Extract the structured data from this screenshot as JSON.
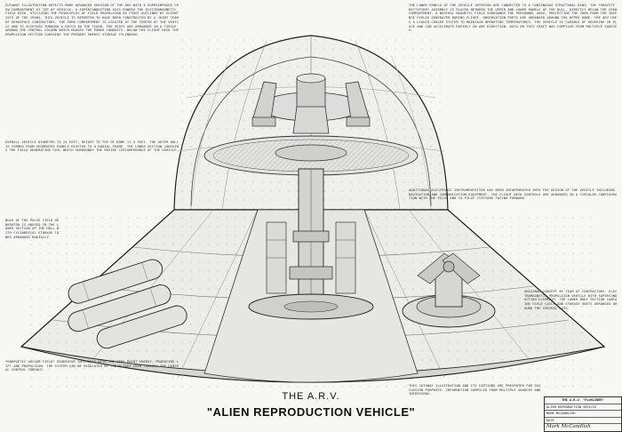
{
  "caption": {
    "title": "THE A.R.V.",
    "subtitle": "\"ALIEN REPRODUCTION VEHICLE\""
  },
  "text_blocks": {
    "top_left": "CUTAWAY ILLUSTRATION DEPICTS MORE ADVANCED VERSION OF THE ARV WITH A SUPERIMPOSED CREW COMPARTMENT AT TOP OF VEHICLE. A SUPERCONDUCTING AXIS POWERS THE ELECTROMAGNETIC FIELD DISK. UTILIZING THE PRINCIPLES OF FIELD PROPULSION AS FIRST OUTLINED BY SCIENTISTS OF THE 1950S, THIS VEHICLE IS REPORTED TO HAVE BEEN CONSTRUCTED BY A JOINT TEAM OF AEROSPACE CONTRACTORS. THE CREW COMPARTMENT IS LOCATED AT THE CENTER OF THE VEHICLE AND IS ACCESSED THROUGH A HATCH IN THE FLOOR. THE SEATS ARE ARRANGED IN A CIRCLE AROUND THE CENTRAL COLUMN WHICH HOUSES THE POWER CONDUITS. BELOW THE FLIGHT DECK THE PROPULSION SECTION CONTAINS THE PRIMARY ENERGY STORAGE CYLINDERS.",
    "left_middle": "OVERALL VEHICLE DIAMETER IS 24 FEET; HEIGHT TO TOP OF DOME 11.5 FEET. THE OUTER HULL IS FORMED FROM SEGMENTED PANELS RIVETED TO A RADIAL FRAME. THE LOWER SECTION CONTAINS THE FIELD GENERATING COIL WHICH SURROUNDS THE ENTIRE CIRCUMFERENCE OF THE VEHICLE.",
    "left_narrow": "BULK OF THE PULSE FIELD GENERATOR IS HOUSED IN THE LOWER SECTION OF THE HULL WITH CYLINDRICAL STORAGE TANKS ARRANGED RADIALLY.",
    "left_bottom": "*ENERGETIC VACUUM FIELD* GENERATOR INTERACTS WITH THE ZERO POINT ENERGY, PRODUCING LIFT AND PROPULSION. THE SYSTEM CAN BE REGULATED BY THE FLIGHT CREW THROUGH THE CENTRAL CONTROL CONSOLE.",
    "top_right": "THE LOWER PANELS OF THE VEHICLE INTERIOR ARE CONNECTED TO A CONTINUOUS STRUCTURAL RING. THE *GRAVITY RECTIFIER* ASSEMBLY IS PLACED BETWEEN THE UPPER AND LOWER PANELS OF THE HULL, DIRECTLY BELOW THE CREW COMPARTMENT. A NEUTRAL MAGNETIC FIELD SURROUNDS THE PERSONNEL AREA, PROTECTING THE CREW FROM THE INTENSE FIELDS GENERATED DURING FLIGHT. OBSERVATION PORTS ARE ARRANGED AROUND THE UPPER DOME. THE ARV USES A LIQUID-COOLED SYSTEM TO MAINTAIN OPERATING TEMPERATURES. THE VEHICLE IS CAPABLE OF HOVERING IN PLACE AND CAN ACCELERATE RAPIDLY IN ANY DIRECTION. DATA ON THIS CRAFT WAS COMPILED FROM MULTIPLE SOURCES.",
    "right_middle": "ADDITIONAL ELECTRONIC INSTRUMENTATION HAS BEEN INCORPORATED INTO THE DESIGN OF THE VEHICLE INCLUDING NAVIGATION AND COMMUNICATION EQUIPMENT. THE FLIGHT DECK CONTROLS ARE ARRANGED IN A CIRCULAR CONFIGURATION WITH THE PILOT AND CO-PILOT STATIONS FACING FORWARD.",
    "right_narrow": "ORIGINAL CONCEPT BY TEAM OF CONTRACTORS. ELECTROMAGNETIC PROPULSION VEHICLE WITH SUPERCONDUCTING ELEMENTS. THE LOWER BODY SECTION CONTAINS FIELD COILS AND STORAGE UNITS ARRANGED AROUND THE CENTRAL AXIS.",
    "bottom_right": "THIS CUTAWAY ILLUSTRATION AND ITS CAPTIONS ARE PRESENTED FOR DISCUSSION PURPOSES. INFORMATION COMPILED FROM MULTIPLE SOURCES AND INTERVIEWS."
  },
  "title_block": {
    "heading": "THE A.R.V. \"FLUXLINER\"",
    "subheading": "ALIEN REPRODUCTION VEHICLE",
    "row3": "MARK McCANDLISH",
    "date_label": "DATE",
    "signature": "Mark McCandlish"
  }
}
